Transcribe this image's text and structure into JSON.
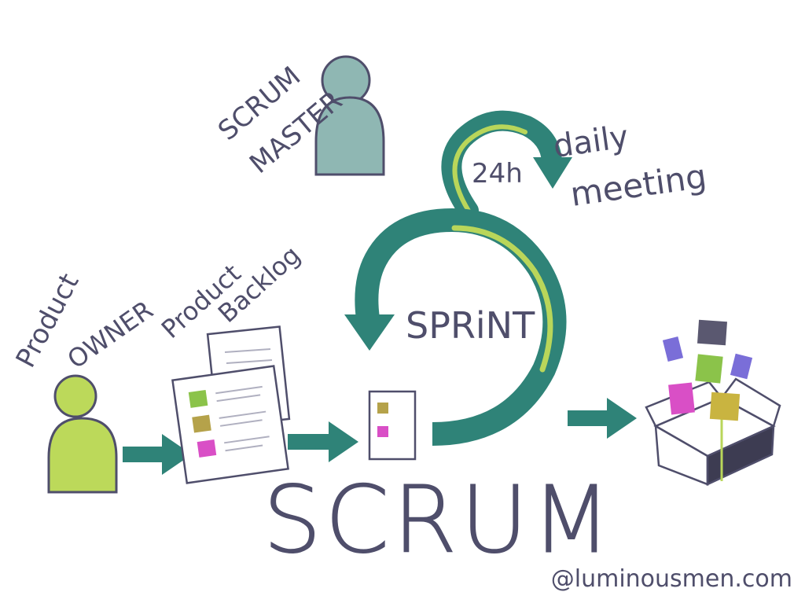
{
  "roles": {
    "scrum_master": [
      "SCRUM",
      "MASTER"
    ],
    "product_owner": [
      "Product",
      "OWNER"
    ]
  },
  "artifacts": {
    "product_backlog": [
      "Product",
      "Backlog"
    ]
  },
  "events": {
    "daily_meeting": [
      "daily",
      "meeting"
    ],
    "cycle_duration": "24h",
    "sprint": "SPRiNT"
  },
  "title": "SCRUM",
  "credit": "@luminousmen.com",
  "colors": {
    "teal": "#2f8378",
    "lime": "#b9d65a",
    "ink": "#4f4e6b",
    "master_figure": "#8fb7b3",
    "owner_figure": "#bcd95a",
    "note_green": "#8bc34a",
    "note_olive": "#b5a24a",
    "note_magenta": "#d94fc6",
    "note_purple": "#7a6ed8",
    "note_dark": "#5a5870",
    "note_mustard": "#c9b440"
  }
}
